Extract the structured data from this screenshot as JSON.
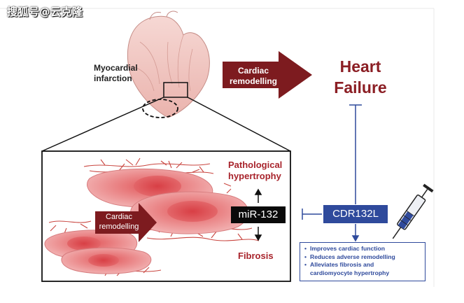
{
  "watermark": "搜狐号@云克隆",
  "heart": {
    "label": "Myocardial infarction",
    "icon": "heart-icon"
  },
  "top_arrow": {
    "label_line1": "Cardiac",
    "label_line2": "remodelling"
  },
  "outcome": {
    "line1": "Heart",
    "line2": "Failure"
  },
  "inset": {
    "arrow_label_line1": "Cardiac",
    "arrow_label_line2": "remodelling",
    "pathological_line1": "Pathological",
    "pathological_line2": "hypertrophy",
    "fibrosis": "Fibrosis",
    "mirna": "miR-132"
  },
  "therapy": {
    "name": "CDR132L",
    "icon": "syringe-icon",
    "benefits": [
      "Improves cardiac function",
      "Reduces adverse remodelling",
      "Alleviates fibrosis and",
      "cardiomyocyte hypertrophy"
    ]
  },
  "colors": {
    "arrow_red": "#7d1b1f",
    "outcome_red": "#8b1e24",
    "label_red": "#a8242c",
    "therapy_blue": "#2f4a9c",
    "cell_pink": "#e98a8c"
  }
}
